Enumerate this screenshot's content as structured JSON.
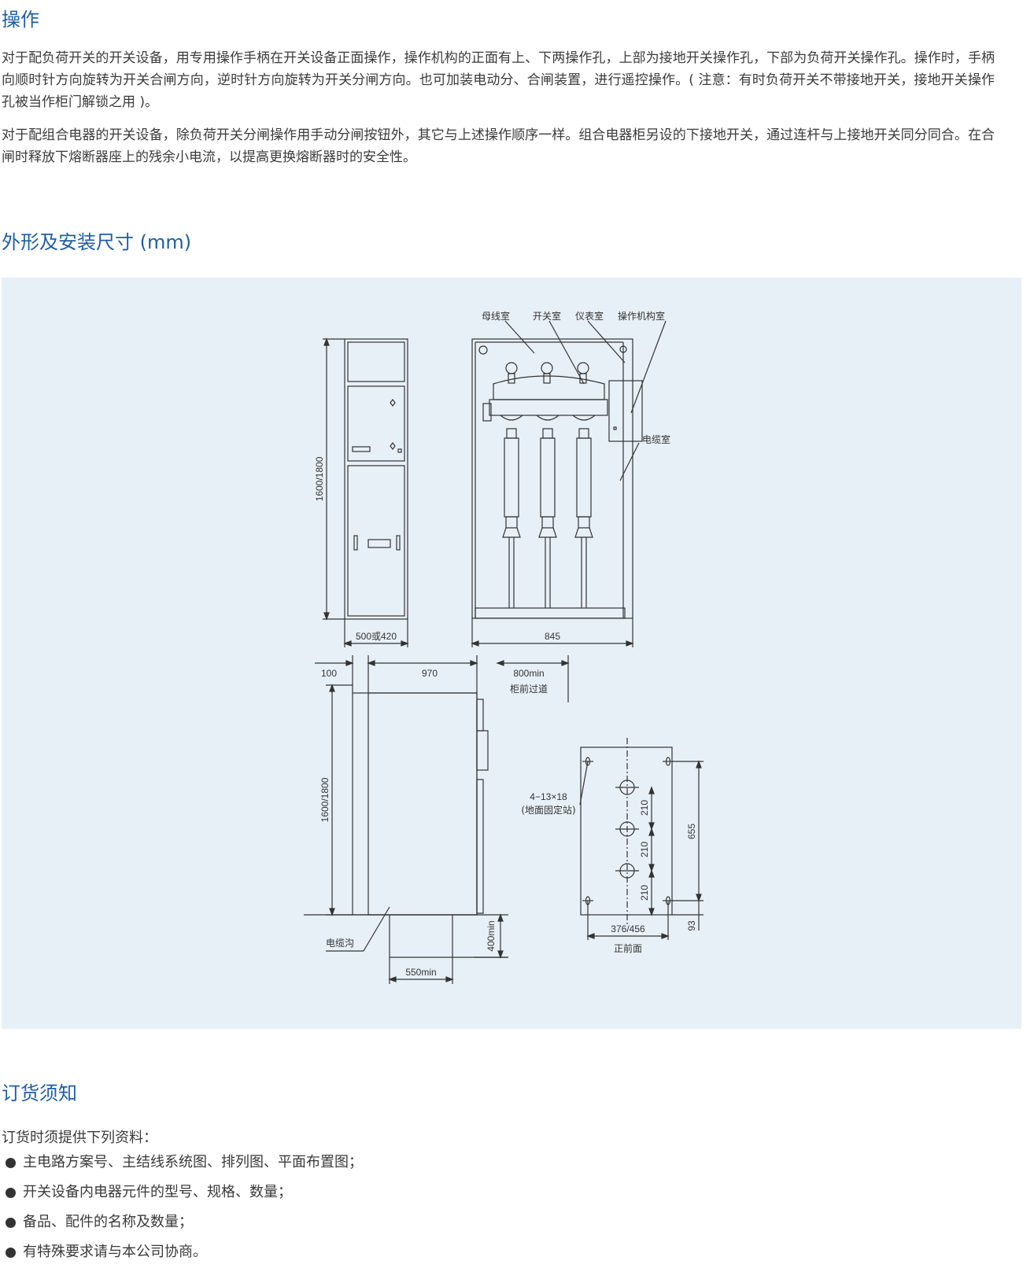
{
  "operation": {
    "heading": "操作",
    "paragraphs": [
      "对于配负荷开关的开关设备，用专用操作手柄在开关设备正面操作，操作机构的正面有上、下两操作孔，上部为接地开关操作孔，下部为负荷开关操作孔。操作时，手柄向顺时针方向旋转为开关合闸方向，逆时针方向旋转为开关分闸方向。也可加装电动分、合闸装置，进行遥控操作。( 注意：有时负荷开关不带接地开关，接地开关操作孔被当作柜门解锁之用 )。",
      "对于配组合电器的开关设备，除负荷开关分闸操作用手动分闸按钮外，其它与上述操作顺序一样。组合电器柜另设的下接地开关，通过连杆与上接地开关同分同合。在合闸时释放下熔断器座上的残余小电流，以提高更换熔断器时的安全性。"
    ]
  },
  "dimensions": {
    "heading": "外形及安装尺寸 (mm)",
    "labels": {
      "busbar": "母线室",
      "switch": "开关室",
      "instrument": "仪表室",
      "mechanism": "操作机构室",
      "cable_room": "电缆室",
      "cable_trench": "电缆沟",
      "front_aisle": "柜前过道",
      "anchor": "4−13×18",
      "anchor_note": "(地面固定站)",
      "front_face": "正前面"
    },
    "values": {
      "height": "1600/1800",
      "width_front": "500或420",
      "width_side": "845",
      "offset": "100",
      "depth": "970",
      "aisle": "800min",
      "trench_depth": "400min",
      "trench_width": "550min",
      "hole_spacing": "210",
      "base_span": "655",
      "base_width": "376/456",
      "base_offset": "93"
    }
  },
  "ordering": {
    "heading": "订货须知",
    "intro": "订货时须提供下列资料：",
    "items": [
      "主电路方案号、主结线系统图、排列图、平面布置图；",
      "开关设备内电器元件的型号、规格、数量；",
      "备品、配件的名称及数量；",
      "有特殊要求请与本公司协商。"
    ]
  }
}
